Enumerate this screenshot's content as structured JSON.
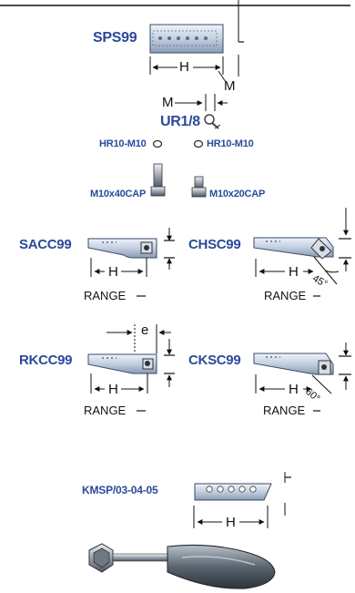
{
  "labels": {
    "sps": "SPS99",
    "ur": "UR1/8",
    "hr_left": "HR10-M10",
    "hr_right": "HR10-M10",
    "cap_left": "M10x40CAP",
    "cap_right": "M10x20CAP",
    "sacc": "SACC99",
    "chsc": "CHSC99",
    "rkcc": "RKCC99",
    "cksc": "CKSC99",
    "kmsp": "KMSP/03-04-05"
  },
  "dimensions": {
    "h": "H",
    "m": "M",
    "e": "e",
    "range": "RANGE",
    "angle_45": "45°",
    "angle_60": "60°"
  },
  "colors": {
    "label_blue": "#2a4a9a",
    "part_fill": "#c9d6e6",
    "part_stroke": "#3a4a6a",
    "dim_line": "#111111"
  }
}
